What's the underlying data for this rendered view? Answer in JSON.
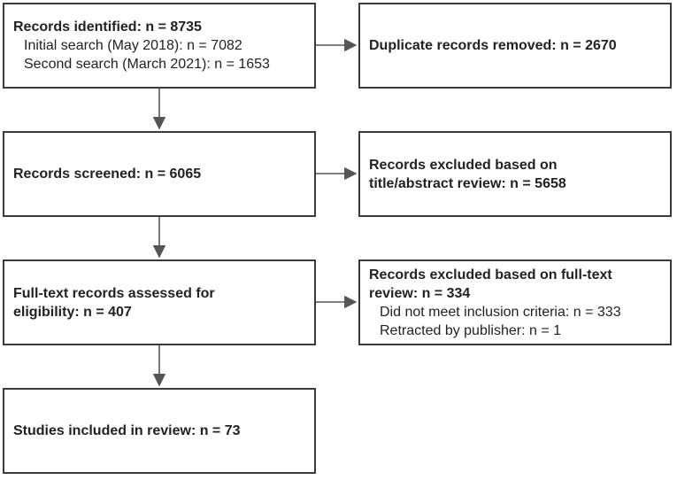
{
  "identified": {
    "title": "Records identified: n = 8735",
    "line1": "Initial search (May 2018): n = 7082",
    "line2": "Second search (March 2021): n = 1653"
  },
  "duplicates": {
    "title": "Duplicate records removed: n = 2670"
  },
  "screened": {
    "title": "Records screened: n = 6065"
  },
  "excluded_title_abstract": {
    "title_line1": "Records excluded based on",
    "title_line2": "title/abstract review: n = 5658"
  },
  "fulltext": {
    "title_line1": "Full-text records assessed for",
    "title_line2": "eligibility: n = 407"
  },
  "excluded_fulltext": {
    "title_line1": "Records excluded based on full-text",
    "title_line2": "review: n = 334",
    "line1": "Did not meet inclusion criteria: n = 333",
    "line2": "Retracted by publisher: n = 1"
  },
  "included": {
    "title": "Studies included in review: n = 73"
  },
  "colors": {
    "border": "#3a3a3a",
    "arrow": "#555555",
    "text": "#222222",
    "background": "#ffffff"
  }
}
